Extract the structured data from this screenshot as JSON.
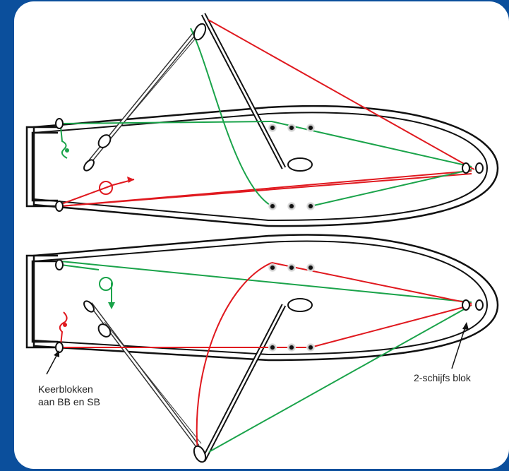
{
  "labels": {
    "turning_blocks_line1": "Keerblokken",
    "turning_blocks_line2": "aan BB en SB",
    "double_block": "2-schijfs blok"
  },
  "colors": {
    "background": "#0b4f9c",
    "panel": "#ffffff",
    "red_line": "#e0191f",
    "green_line": "#1aa34a",
    "outline": "#111111"
  }
}
